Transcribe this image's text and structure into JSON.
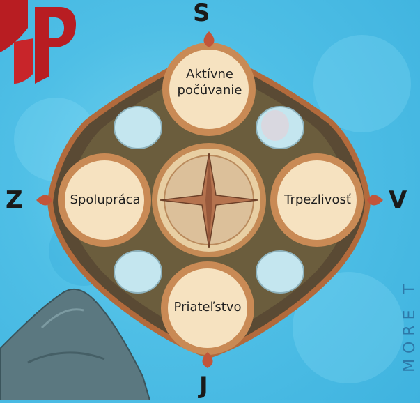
{
  "directions": {
    "north": "S",
    "south": "J",
    "west": "Z",
    "east": "V"
  },
  "circles": {
    "top": "Aktívne\npočúvanie",
    "left": "Spolupráca",
    "right": "Trpezlivosť",
    "bottom": "Priateľstvo"
  },
  "side_text": "MORE T",
  "colors": {
    "sea": "#4fbfe6",
    "ring": "#c98a55",
    "ring_inner": "#f6e2c0",
    "frame": "#5b4f3a",
    "rock": "#5f7a80",
    "shell": "#bfe2ef"
  }
}
